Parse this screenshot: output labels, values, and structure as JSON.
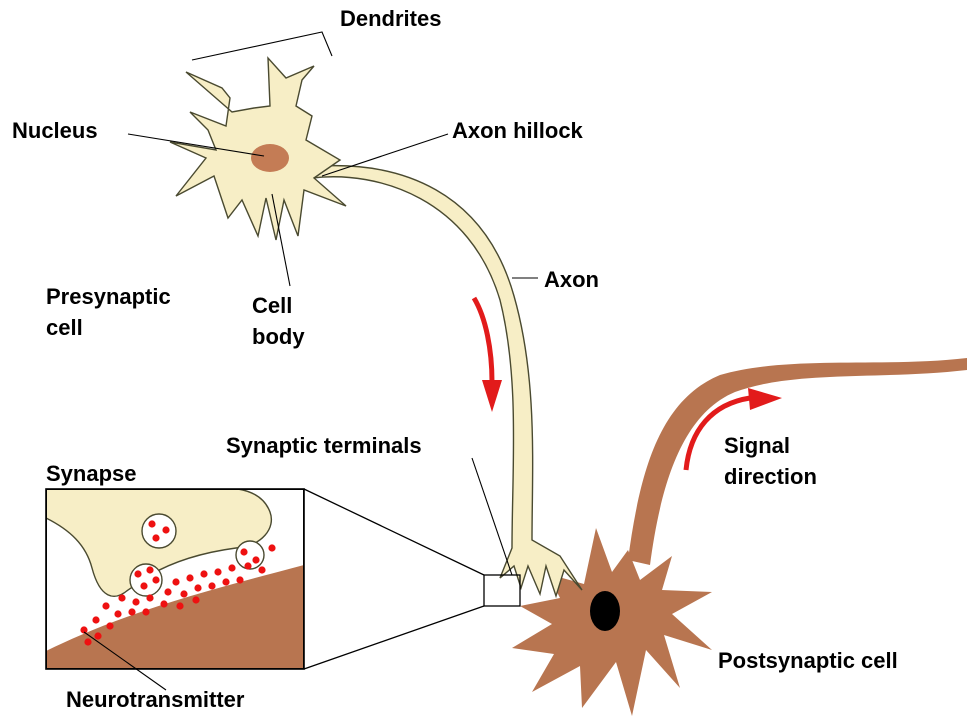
{
  "labels": {
    "dendrites": "Dendrites",
    "nucleus": "Nucleus",
    "axon_hillock": "Axon hillock",
    "presynaptic_cell": "Presynaptic\ncell",
    "cell_body": "Cell\nbody",
    "axon": "Axon",
    "synaptic_terminals": "Synaptic terminals",
    "synapse": "Synapse",
    "signal_direction": "Signal\ndirection",
    "postsynaptic_cell": "Postsynaptic cell",
    "neurotransmitter": "Neurotransmitter"
  },
  "colors": {
    "presynaptic_fill": "#f7eec6",
    "presynaptic_outline": "#4a4a30",
    "nucleus_fill": "#c47c55",
    "postsynaptic_fill": "#b87550",
    "postsynaptic_nucleus": "#000000",
    "neurotransmitter_dot": "#ee1111",
    "signal_arrow": "#e21b1b",
    "leader_line": "#000000"
  }
}
